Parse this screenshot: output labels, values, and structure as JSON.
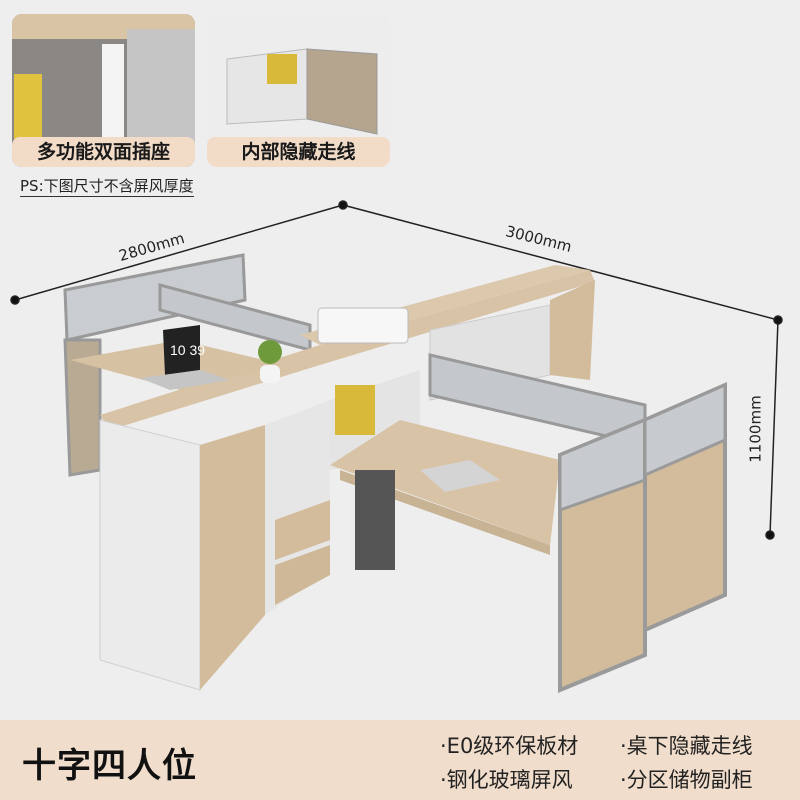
{
  "insets": [
    {
      "label": "多功能双面插座"
    },
    {
      "label": "内部隐藏走线"
    }
  ],
  "note": "PS:下图尺寸不含屏风厚度",
  "dimensions": {
    "width_left": "2800mm",
    "width_right": "3000mm",
    "height": "1100mm"
  },
  "laptop_clock": "10 39",
  "product_title": "十字四人位",
  "features": [
    "·E0级环保板材",
    "·桌下隐藏走线",
    "·钢化玻璃屏风",
    "·分区储物副柜"
  ],
  "colors": {
    "wood": "#d8c3a6",
    "label_bg": "#f2dcc8",
    "cabinet_white": "#ececec",
    "frame_gray": "#9a9a9a"
  }
}
